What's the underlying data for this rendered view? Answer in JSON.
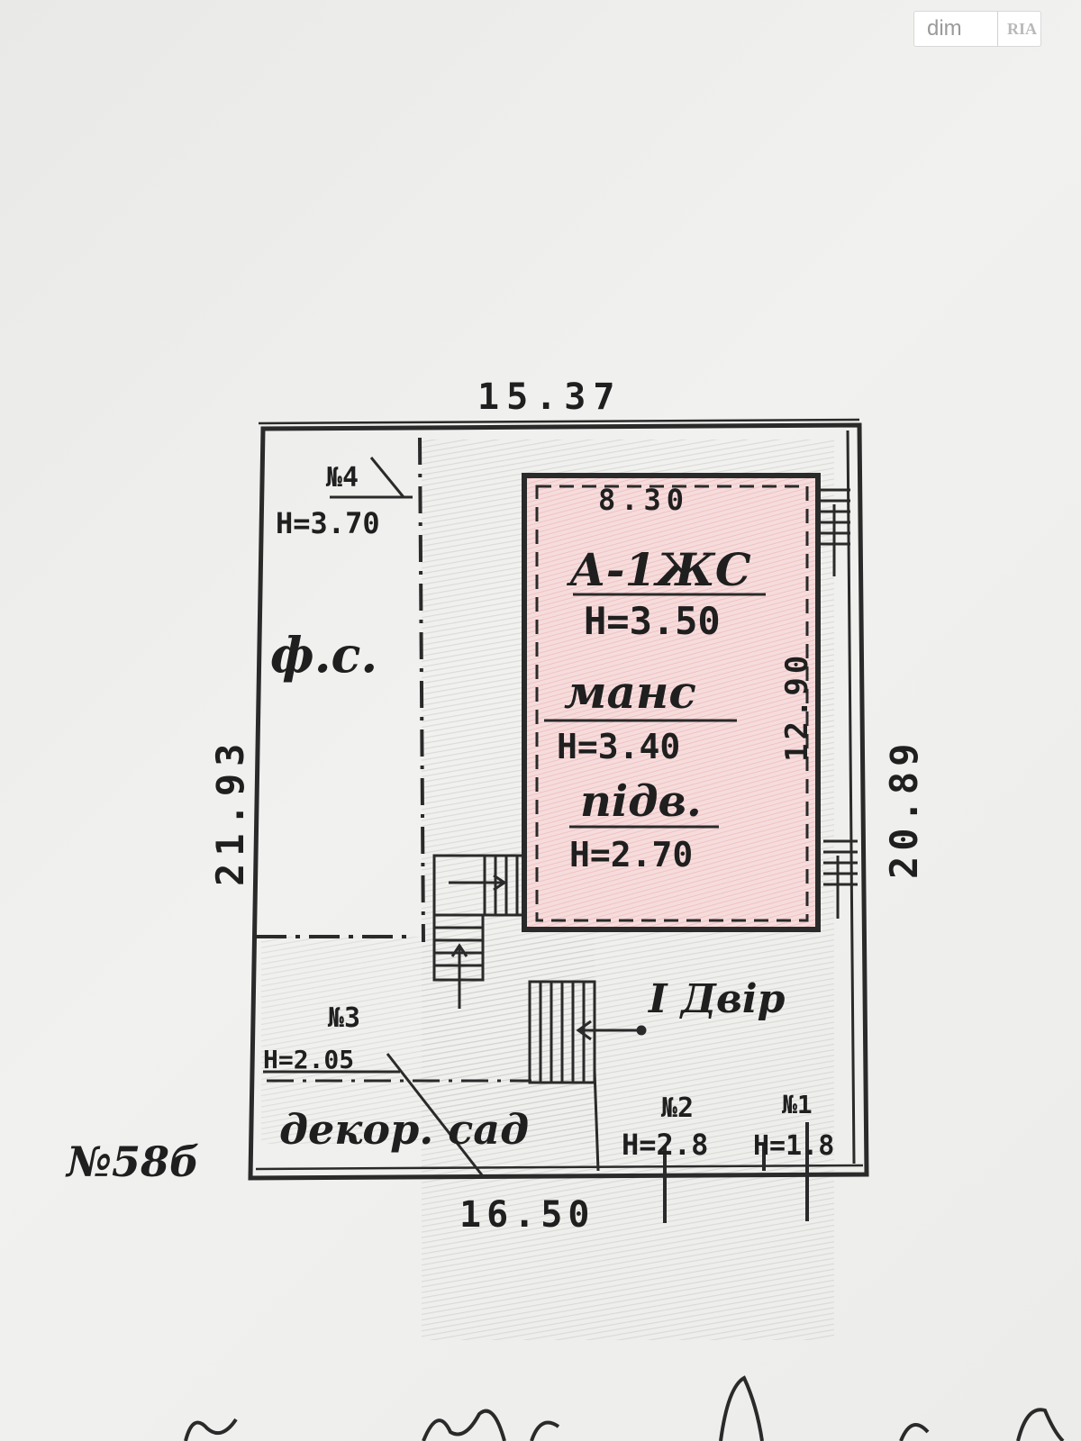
{
  "watermark": {
    "brand": "dim",
    "sub": "RIA"
  },
  "dimensions": {
    "top": "15.37",
    "bottom": "16.50",
    "left": "21.93",
    "right": "20.89",
    "inner_width": "8.30",
    "inner_height": "12.90"
  },
  "building": {
    "name": "А-1ЖС",
    "height": "Н=3.50",
    "mansard": "манс",
    "mansard_height": "Н=3.40",
    "basement": "підв.",
    "basement_height": "Н=2.70"
  },
  "labels": {
    "n4": "№4",
    "n4_height": "Н=3.70",
    "fs": "ф.с.",
    "yard": "I Двір",
    "n3": "№3",
    "n3_height": "Н=2.05",
    "garden": "декор. сад",
    "n2": "№2",
    "n2_height": "Н=2.8",
    "n1": "№1",
    "n1_height": "Н=1.8",
    "neighbor": "№58б"
  }
}
